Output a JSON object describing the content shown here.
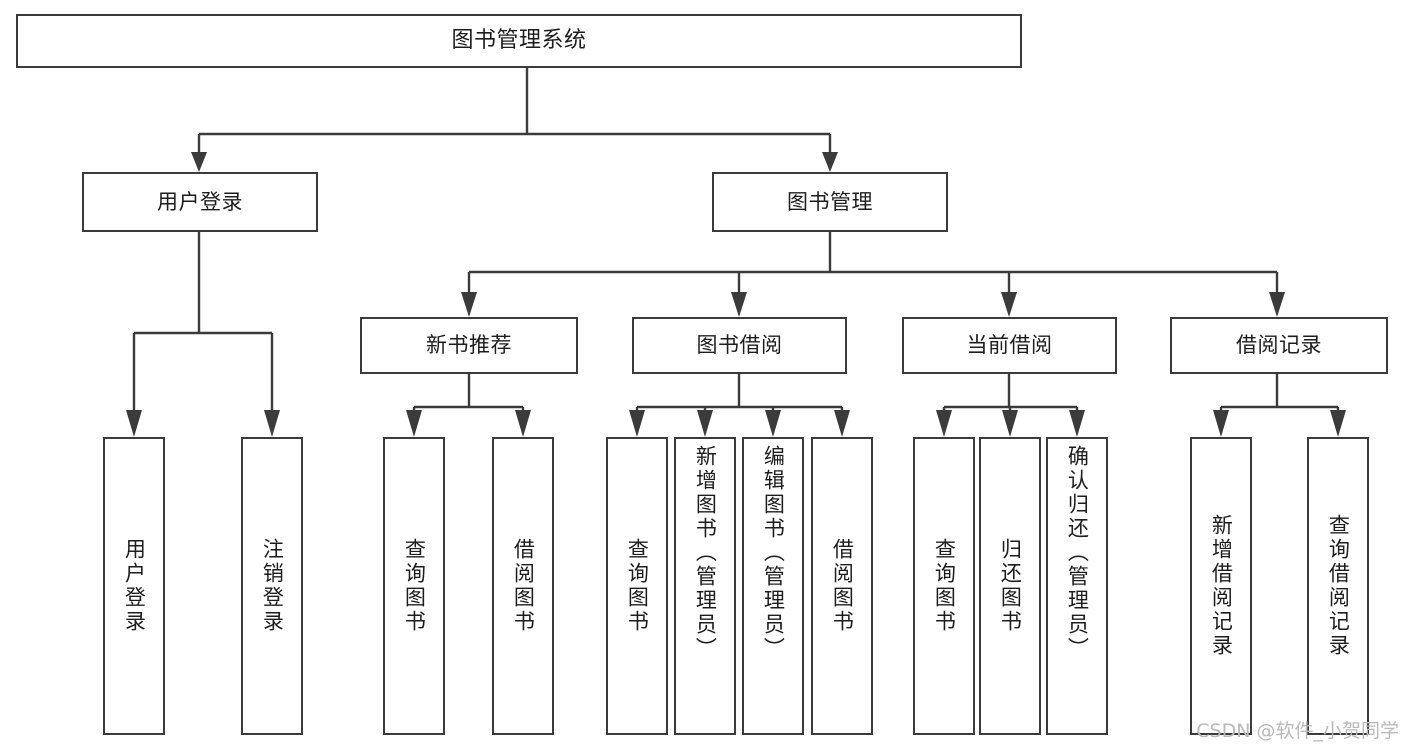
{
  "diagram": {
    "title": "图书管理系统",
    "watermark": "CSDN @软件_小贺同学",
    "colors": {
      "stroke": "#3b3b3b",
      "box_fill": "#ffffff",
      "text": "#1d1d1d",
      "watermark": "#b9b9b9",
      "background": "#ffffff"
    },
    "root": {
      "label": "图书管理系统"
    },
    "level1": [
      {
        "label": "用户登录"
      },
      {
        "label": "图书管理"
      }
    ],
    "level2": [
      {
        "label": "新书推荐"
      },
      {
        "label": "图书借阅"
      },
      {
        "label": "当前借阅"
      },
      {
        "label": "借阅记录"
      }
    ],
    "leaves": {
      "user_login": [
        {
          "label": "用户登录"
        },
        {
          "label": "注销登录"
        }
      ],
      "new_book_recommend": [
        {
          "label": "查询图书"
        },
        {
          "label": "借阅图书"
        }
      ],
      "book_borrow": [
        {
          "label": "查询图书"
        },
        {
          "label": "新增图书（管理员）"
        },
        {
          "label": "编辑图书（管理员）"
        },
        {
          "label": "借阅图书"
        }
      ],
      "current_borrow": [
        {
          "label": "查询图书"
        },
        {
          "label": "归还图书"
        },
        {
          "label": "确认归还（管理员）"
        }
      ],
      "borrow_record": [
        {
          "label": "新增借阅记录"
        },
        {
          "label": "查询借阅记录"
        }
      ]
    }
  }
}
